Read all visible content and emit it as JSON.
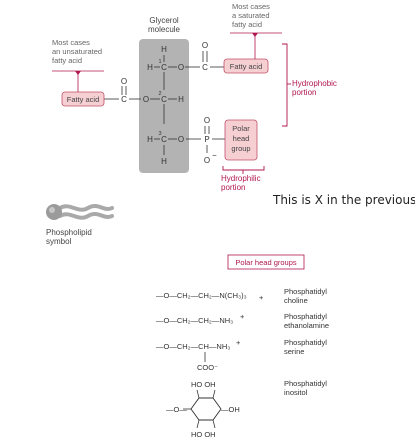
{
  "glycerol": {
    "line1": "Glycerol",
    "line2": "molecule"
  },
  "saturated_note": [
    "Most cases",
    "a saturated",
    "fatty acid"
  ],
  "unsaturated_note": [
    "Most cases",
    "an unsaturated",
    "fatty acid"
  ],
  "fatty_acid_label": "Fatty acid",
  "polar_head_label": [
    "Polar",
    "head",
    "group"
  ],
  "hydrophobic_label": [
    "Hydrophobic",
    "portion"
  ],
  "hydrophilic_label": [
    "Hydrophilic",
    "portion"
  ],
  "side_note": "This is X in the previous",
  "phospholipid_symbol": [
    "Phospholipid",
    "symbol"
  ],
  "polar_head_groups_title": "Polar head groups",
  "carbon_numbers": [
    "1",
    "2",
    "3"
  ],
  "head_groups": [
    {
      "formula": "—O—CH₂—CH₂—N(CH₃)₃",
      "name": [
        "Phosphatidyl",
        "choline"
      ]
    },
    {
      "formula": "—O—CH₂—CH₂—NH₃",
      "name": [
        "Phosphatidyl",
        "ethanolamine"
      ]
    },
    {
      "formula": "—O—CH₂—CH—NH₃",
      "sub": "COO⁻",
      "name": [
        "Phosphatidyl",
        "serine"
      ]
    },
    {
      "name": [
        "Phosphatidyl",
        "inositol"
      ],
      "ring": {
        "top": "HO  OH",
        "left": "—O—",
        "right": "—OH",
        "bottom": "HO  OH"
      }
    }
  ]
}
